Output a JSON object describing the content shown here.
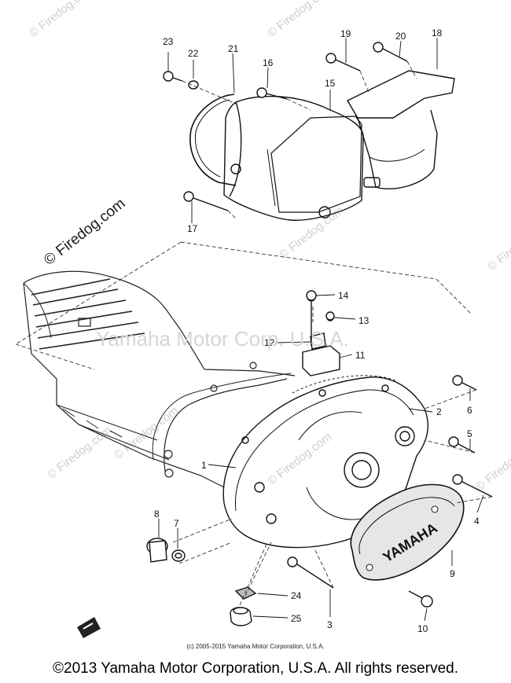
{
  "watermarks": {
    "site": "© Firedog.com",
    "side": "© Firedog.com",
    "center": "Yamaha Motor Corp. U.S.A."
  },
  "callouts": {
    "c1": "1",
    "c2": "2",
    "c3": "3",
    "c4": "4",
    "c5": "5",
    "c6": "6",
    "c7": "7",
    "c8": "8",
    "c9": "9",
    "c10": "10",
    "c11": "11",
    "c12": "12",
    "c13": "13",
    "c14": "14",
    "c15": "15",
    "c16": "16",
    "c17": "17",
    "c18": "18",
    "c19": "19",
    "c20": "20",
    "c21": "21",
    "c22": "22",
    "c23": "23",
    "c24": "24",
    "c25": "25"
  },
  "cover_brand": "YAMAHA",
  "small_credit": "(c) 2005-2015 Yamaha Motor Corporation, U.S.A.",
  "copyright": "©2013 Yamaha Motor Corporation, U.S.A. All rights reserved."
}
